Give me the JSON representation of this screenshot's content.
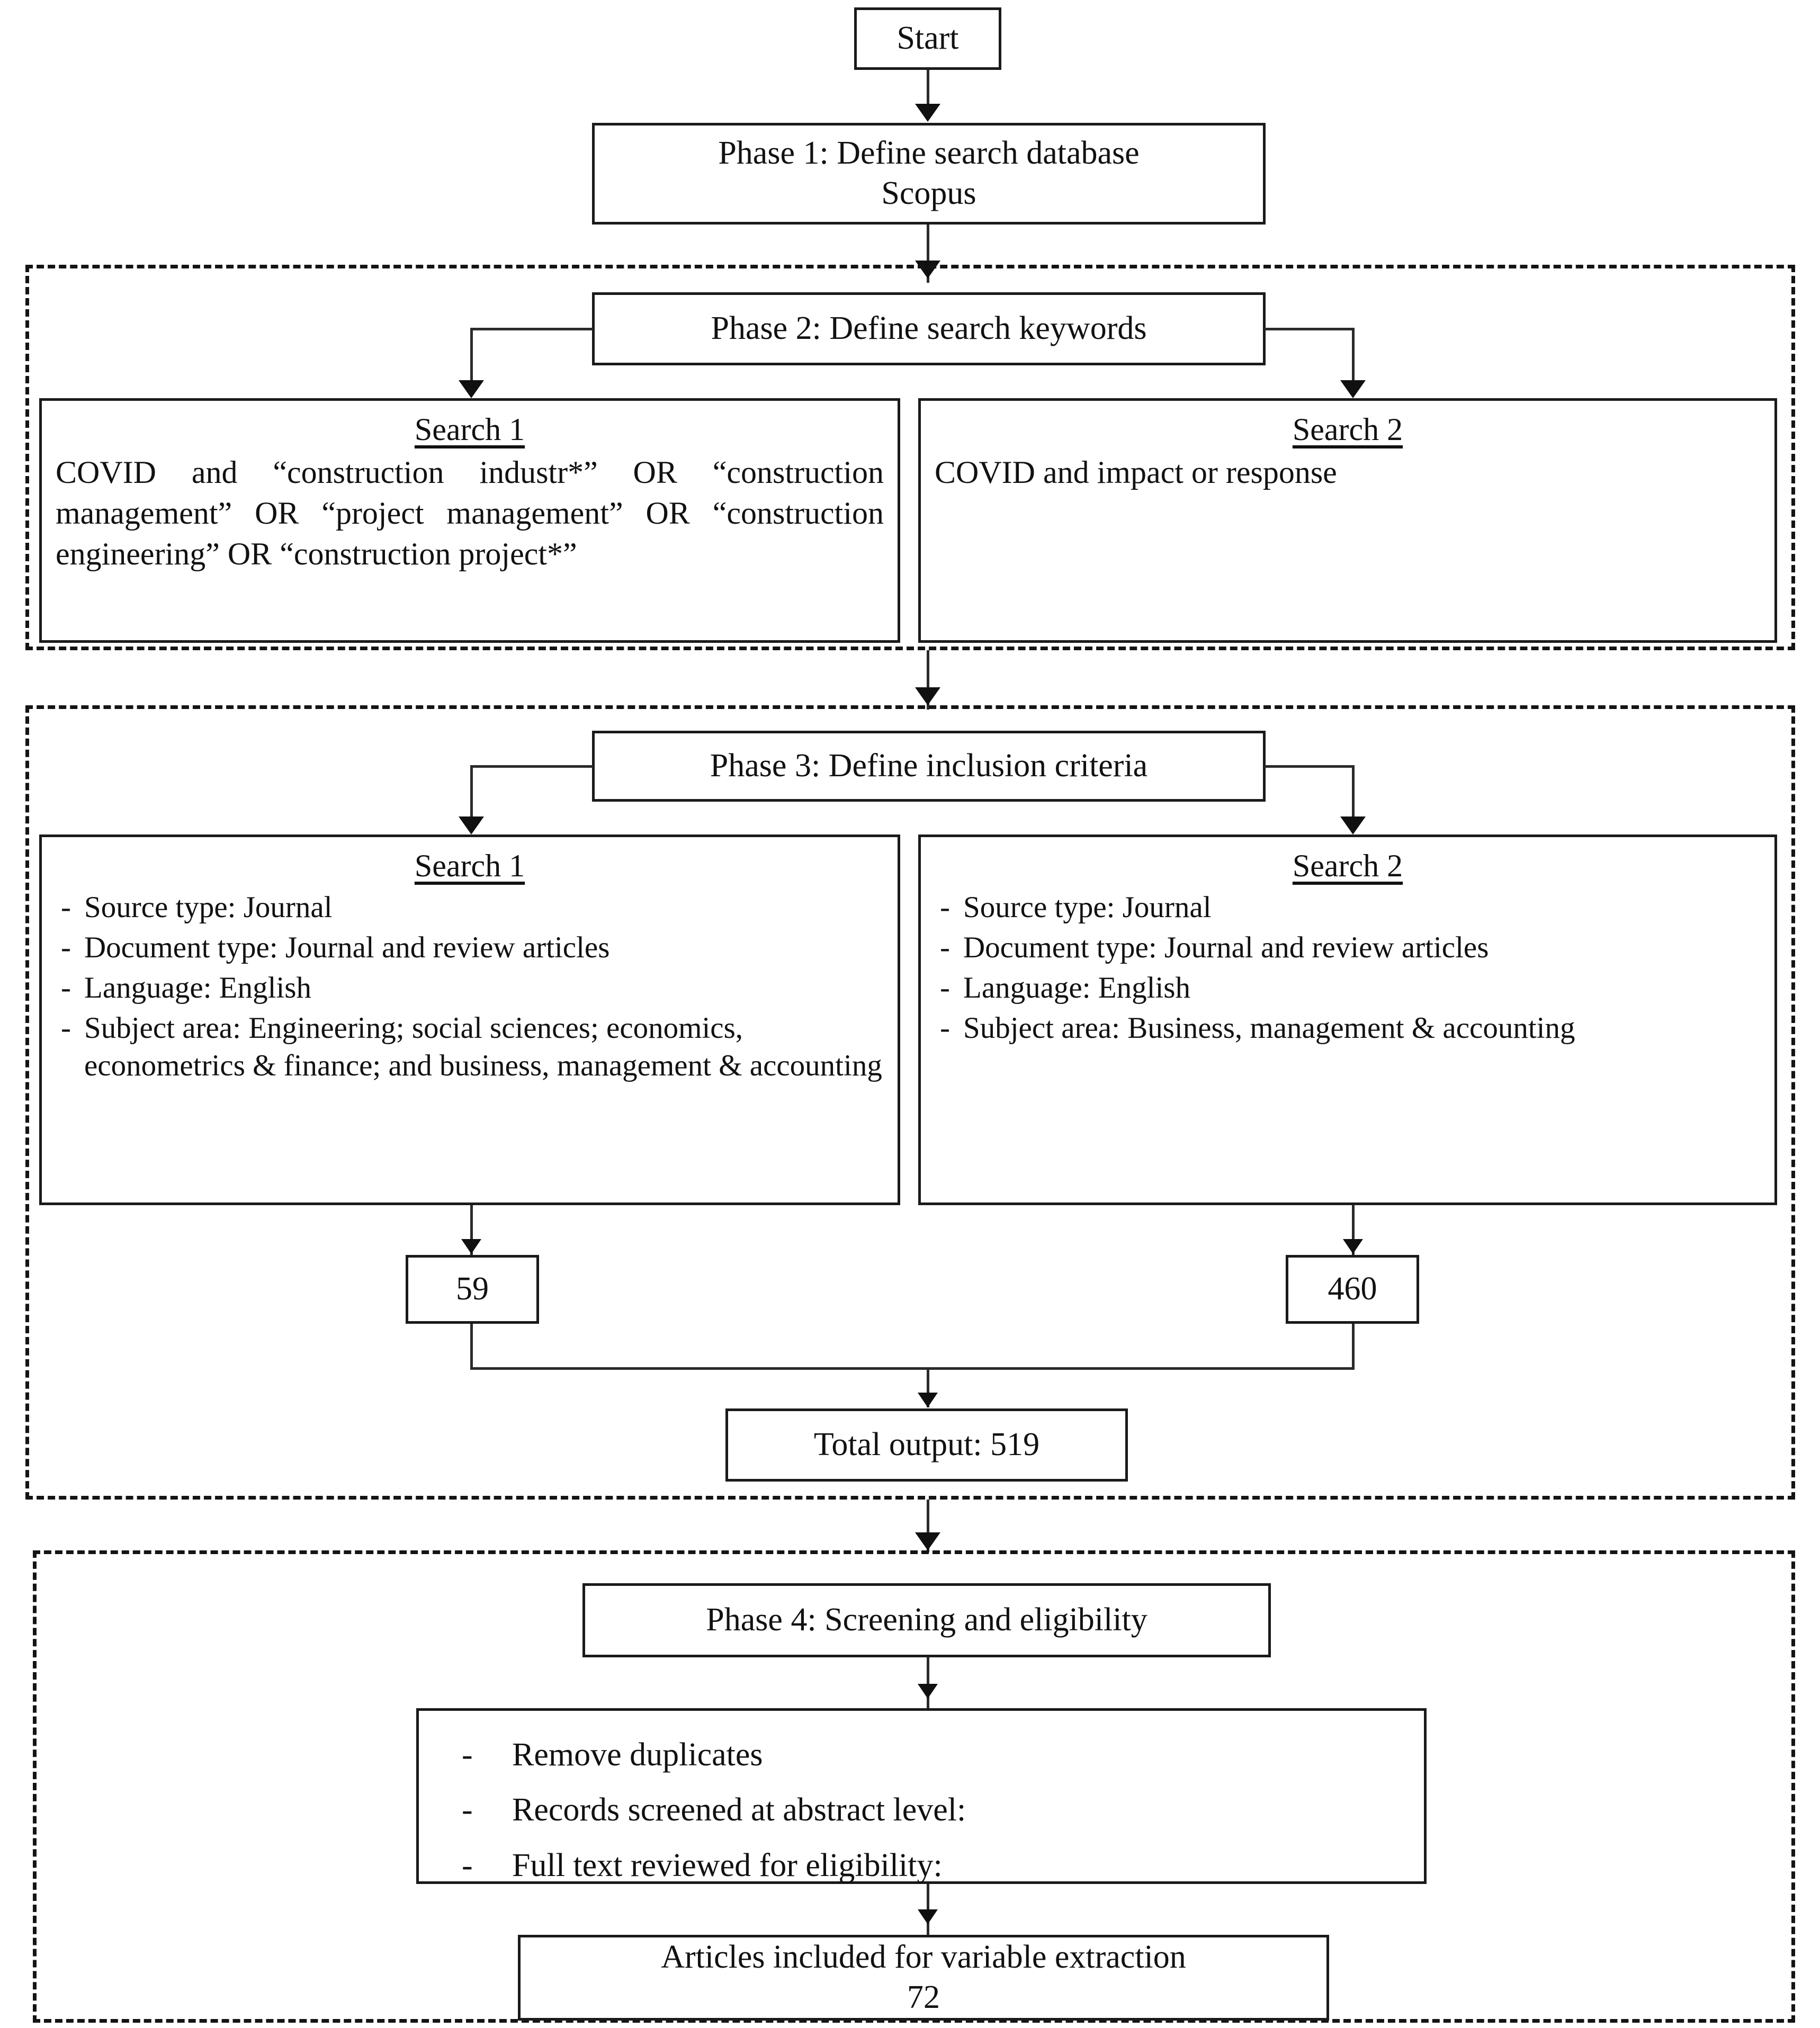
{
  "diagram": {
    "title": "Systematic literature review search and screening flowchart",
    "start_label": "Start",
    "phase1": {
      "line1": "Phase 1: Define search database",
      "line2": "Scopus"
    },
    "phase2": {
      "header": "Phase 2: Define search keywords",
      "search1": {
        "title": "Search 1",
        "query": "COVID and “construction industr*” OR “construction management” OR “project management” OR “construction engineering” OR “construction project*”"
      },
      "search2": {
        "title": "Search 2",
        "query": "COVID and impact or response"
      }
    },
    "phase3": {
      "header": "Phase 3: Define inclusion criteria",
      "search1": {
        "title": "Search 1",
        "criteria": [
          "Source type: Journal",
          "Document type: Journal and review articles",
          "Language: English",
          "Subject area: Engineering; social sciences; economics, econometrics & finance; and business, management & accounting"
        ],
        "count": "59"
      },
      "search2": {
        "title": "Search 2",
        "criteria": [
          "Source type: Journal",
          "Document type: Journal and review articles",
          "Language: English",
          "Subject area: Business, management & accounting"
        ],
        "count": "460"
      },
      "total_label": "Total output: 519"
    },
    "phase4": {
      "header": "Phase 4: Screening and eligibility",
      "steps": [
        "Remove duplicates",
        "Records screened at abstract level:",
        "Full text reviewed for eligibility:"
      ],
      "result": {
        "line1": "Articles included for variable extraction",
        "line2": "72"
      }
    },
    "colors": {
      "node_border": "#1a1a1a",
      "group_border": "#141414",
      "connector": "#2b2b2b",
      "background": "#ffffff",
      "text": "#111111"
    }
  }
}
